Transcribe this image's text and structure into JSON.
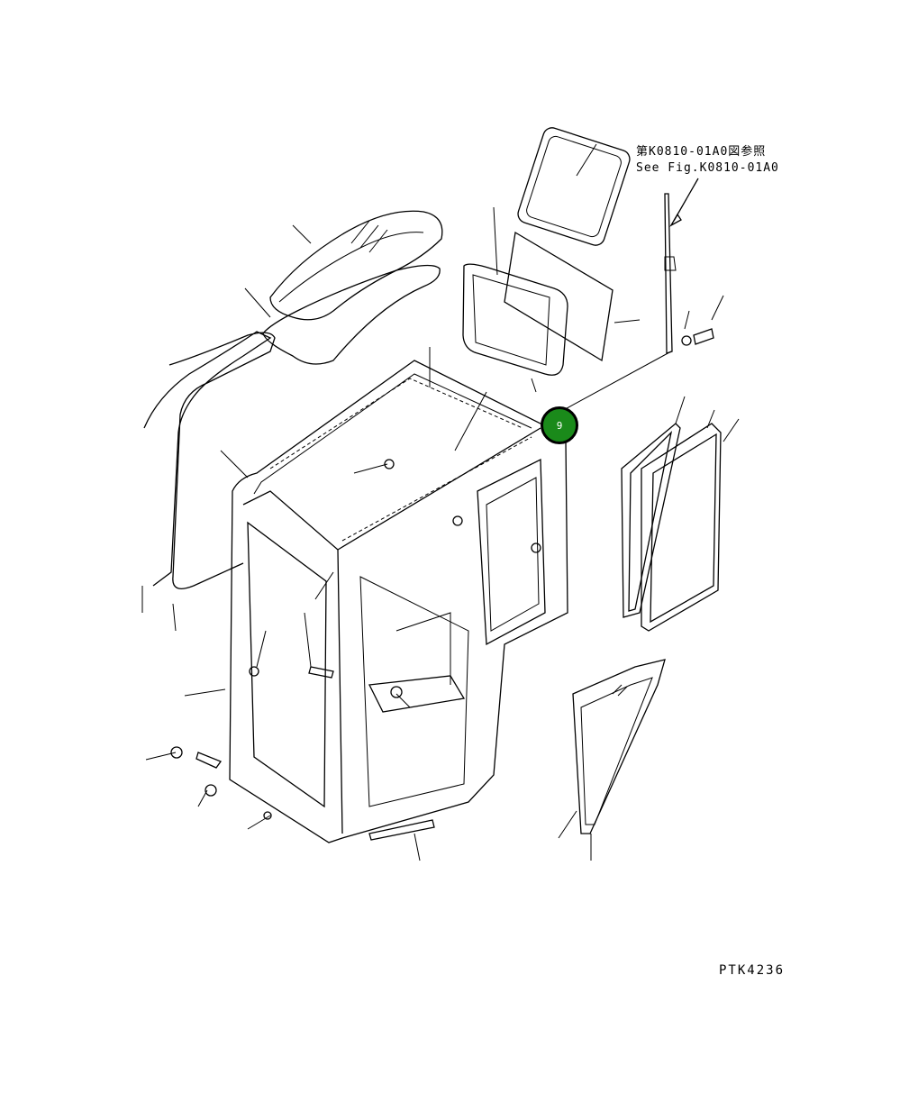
{
  "reference_note": {
    "line1": "第K0810-01A0図参照",
    "line2": "See Fig.K0810-01A0"
  },
  "callout": {
    "label": "9",
    "color": "#1a8a1a"
  },
  "drawing_id": "PTK4236"
}
